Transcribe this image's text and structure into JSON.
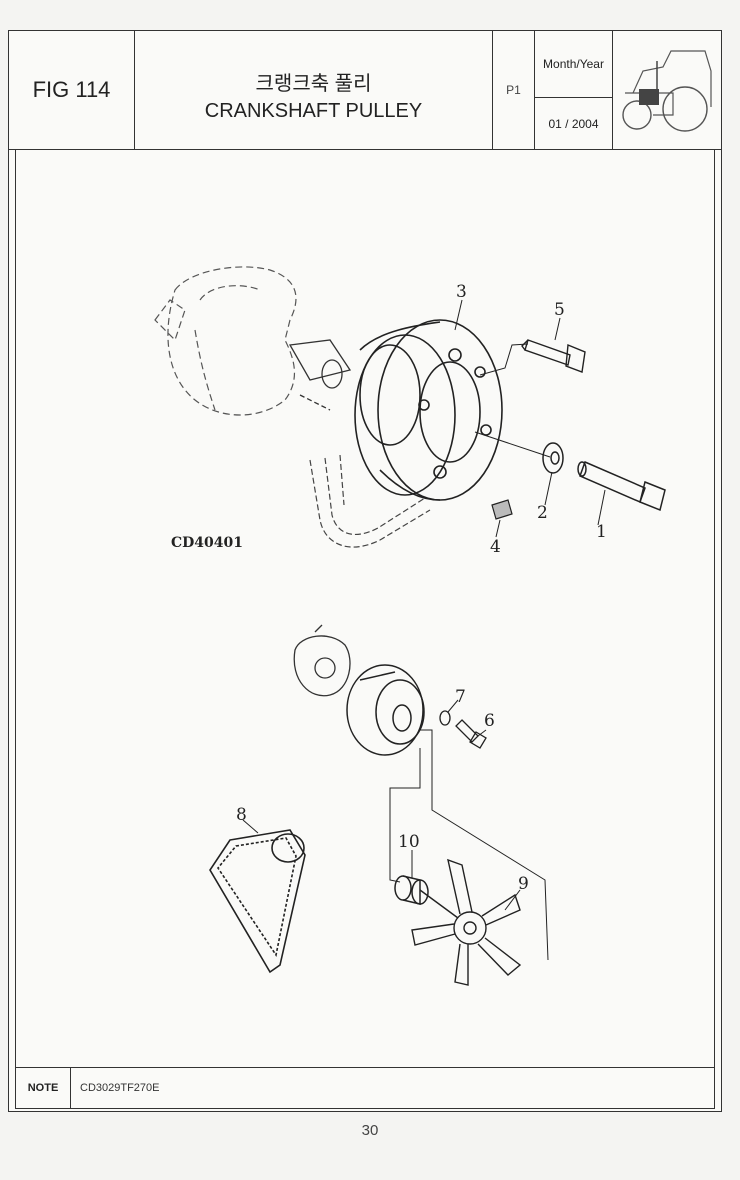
{
  "header": {
    "fig_label": "FIG 114",
    "title_ko": "크랭크축 풀리",
    "title_en": "CRANKSHAFT PULLEY",
    "page": "P1",
    "month_year_label": "Month/Year",
    "date": "01 / 2004"
  },
  "diagram": {
    "code": "CD40401",
    "callouts": [
      "1",
      "2",
      "3",
      "4",
      "5",
      "6",
      "7",
      "8",
      "9",
      "10"
    ]
  },
  "note": {
    "label": "NOTE",
    "value": "CD3029TF270E"
  },
  "page_number": "30"
}
